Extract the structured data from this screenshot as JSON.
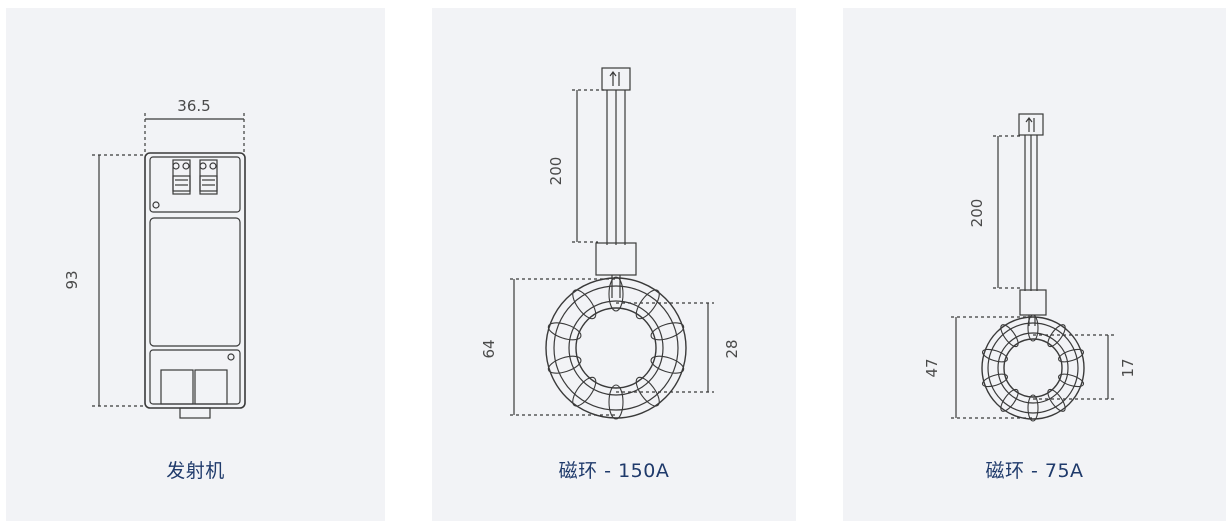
{
  "panels": [
    {
      "caption": "发射机",
      "dims": {
        "width": "36.5",
        "height": "93"
      }
    },
    {
      "caption": "磁环 - 150A",
      "dims": {
        "lead": "200",
        "outer": "64",
        "inner": "28"
      }
    },
    {
      "caption": "磁环 - 75A",
      "dims": {
        "lead": "200",
        "outer": "47",
        "inner": "17"
      }
    }
  ],
  "colors": {
    "panel_bg": "#f2f3f6",
    "caption": "#1f3a6b",
    "line": "#3a3a3a"
  }
}
